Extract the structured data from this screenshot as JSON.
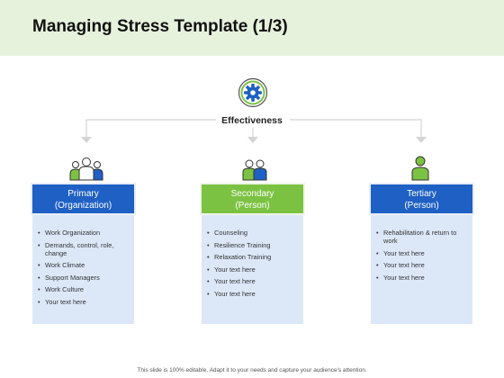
{
  "title": "Managing Stress Template (1/3)",
  "center_label": "Effectiveness",
  "columns": [
    {
      "heading_line1": "Primary",
      "heading_line2": "(Organization)",
      "items": [
        "Work Organization",
        "Demands, control, role, change",
        "Work Climate",
        "Support Managers",
        "Work Culture",
        "Your text here"
      ]
    },
    {
      "heading_line1": "Secondary",
      "heading_line2": "(Person)",
      "items": [
        "Counseling",
        "Resilience Training",
        "Relaxation Training",
        "Your text here",
        "Your text here",
        "Your text here"
      ]
    },
    {
      "heading_line1": "Tertiary",
      "heading_line2": "(Person)",
      "items": [
        "Rehabilitation & return to work",
        "Your text here",
        "Your text here",
        "Your text here"
      ]
    }
  ],
  "footer": "This slide is 100% editable. Adapt it to your needs and capture your audience's attention.",
  "colors": {
    "header_bg": "#e7f2dc",
    "blue": "#1f60c4",
    "green": "#7cc242",
    "panel": "#dce8f8"
  }
}
